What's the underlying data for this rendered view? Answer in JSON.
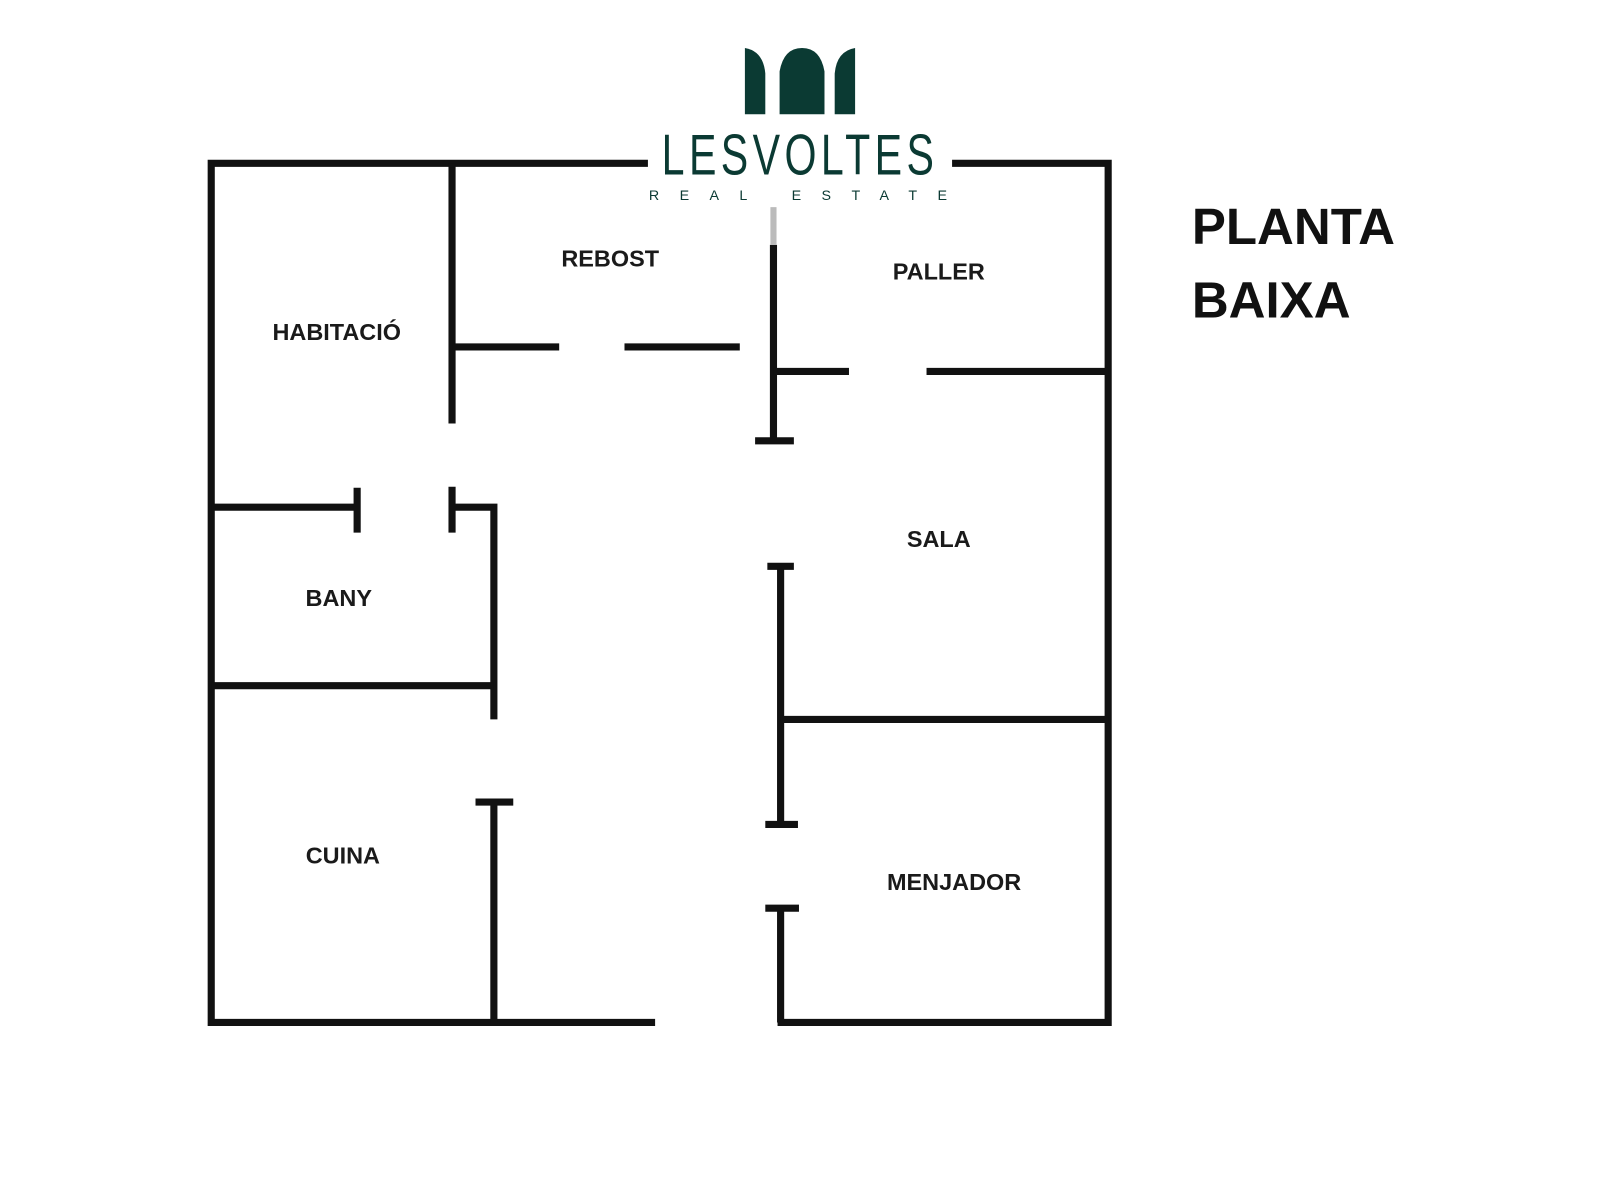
{
  "logo": {
    "name": "LESVOLTES",
    "tagline": "REAL ESTATE",
    "color": "#0b3a33"
  },
  "title": {
    "line1": "PLANTA",
    "line2": "BAIXA"
  },
  "rooms": [
    {
      "id": "habitacio",
      "label": "HABITACIÓ"
    },
    {
      "id": "rebost",
      "label": "REBOST"
    },
    {
      "id": "paller",
      "label": "PALLER"
    },
    {
      "id": "bany",
      "label": "BANY"
    },
    {
      "id": "sala",
      "label": "SALA"
    },
    {
      "id": "cuina",
      "label": "CUINA"
    },
    {
      "id": "menjador",
      "label": "MENJADOR"
    }
  ]
}
